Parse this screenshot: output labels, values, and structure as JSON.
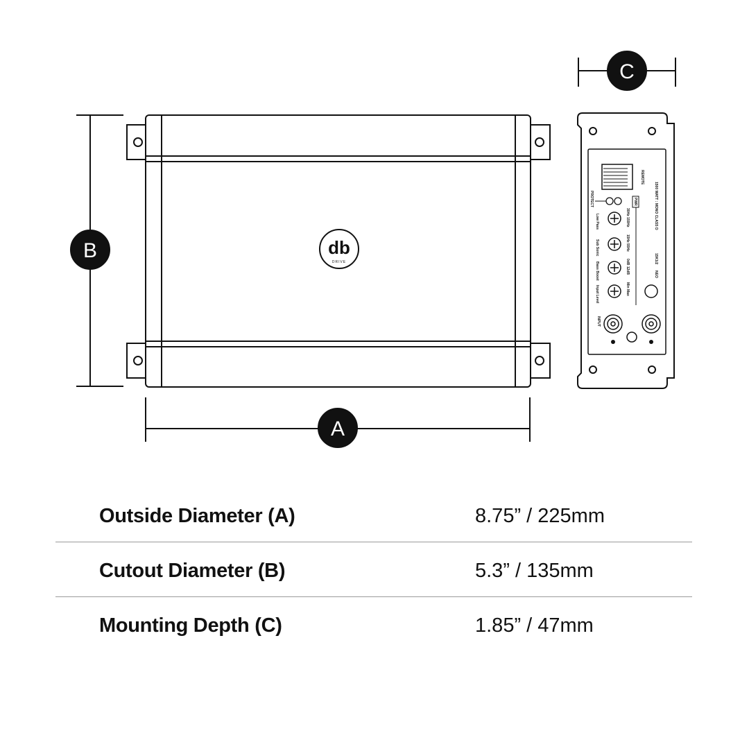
{
  "markers": {
    "a": "A",
    "b": "B",
    "c": "C"
  },
  "logo": {
    "text": "db",
    "sub": "DRIVE"
  },
  "side_panel": {
    "remote": "REMOTE",
    "protect": "PROTECT",
    "pwr": "PWR",
    "model_line": "1500 WATT : MONO CLASS D",
    "model_brand": "NEO",
    "model_name": "15K1/2",
    "controls": [
      {
        "label": "Low Pass",
        "range": "30Hz  150Hz"
      },
      {
        "label": "Sub Sonic",
        "range": "15Hz  55Hz"
      },
      {
        "label": "Bass Boost",
        "range": "0dB  12dB"
      },
      {
        "label": "Input Level",
        "range": "Min  Max"
      }
    ],
    "input": "INPUT"
  },
  "specs": [
    {
      "label": "Outside Diameter (A)",
      "value": "8.75” / 225mm"
    },
    {
      "label": "Cutout Diameter (B)",
      "value": "5.3” / 135mm"
    },
    {
      "label": "Mounting Depth (C)",
      "value": "1.85” / 47mm"
    }
  ]
}
